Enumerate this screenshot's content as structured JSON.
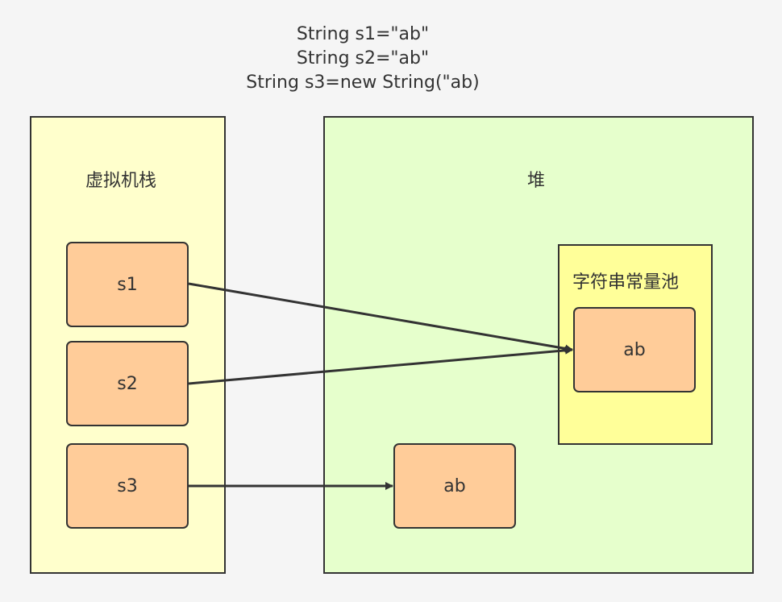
{
  "title_lines": [
    "String s1=\"ab\"",
    "String s2=\"ab\"",
    "String s3=new String(\"ab)"
  ],
  "stack": {
    "label": "虚拟机栈",
    "vars": [
      "s1",
      "s2",
      "s3"
    ]
  },
  "heap": {
    "label": "堆",
    "object_value": "ab",
    "pool": {
      "label": "字符串常量池",
      "entry_value": "ab"
    }
  },
  "edges": [
    {
      "from": "s1",
      "to": "pool-entry"
    },
    {
      "from": "s2",
      "to": "pool-entry"
    },
    {
      "from": "s3",
      "to": "heap-object"
    }
  ],
  "colors": {
    "background": "#f5f5f5",
    "stack_fill": "#ffffcc",
    "heap_fill": "#e6ffcc",
    "pool_fill": "#ffff99",
    "node_fill": "#ffcc99",
    "stroke": "#333333"
  }
}
